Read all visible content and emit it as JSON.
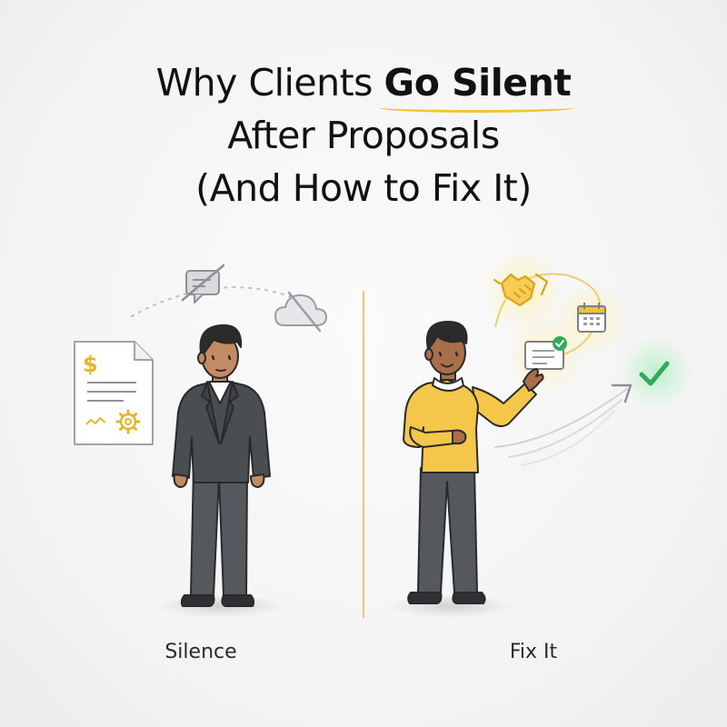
{
  "title": {
    "line1_prefix": "Why Clients ",
    "line1_highlight": "Go Silent",
    "line2": "After Proposals",
    "line3": "(And How to Fix It)"
  },
  "labels": {
    "left": "Silence",
    "right": "Fix It"
  },
  "document": {
    "symbol": "$"
  },
  "colors": {
    "accent": "#f2c230",
    "suit": "#4a4d52",
    "sweater": "#f4c74b",
    "pants": "#55585d",
    "check": "#2fa95a",
    "divider": "#e9c773"
  },
  "icons": [
    "document-icon",
    "dollar-icon",
    "gear-icon",
    "muted-chat-icon",
    "disconnected-cloud-icon",
    "handshake-icon",
    "calendar-icon",
    "message-check-icon",
    "checkmark-icon",
    "trend-arrow-icon"
  ]
}
